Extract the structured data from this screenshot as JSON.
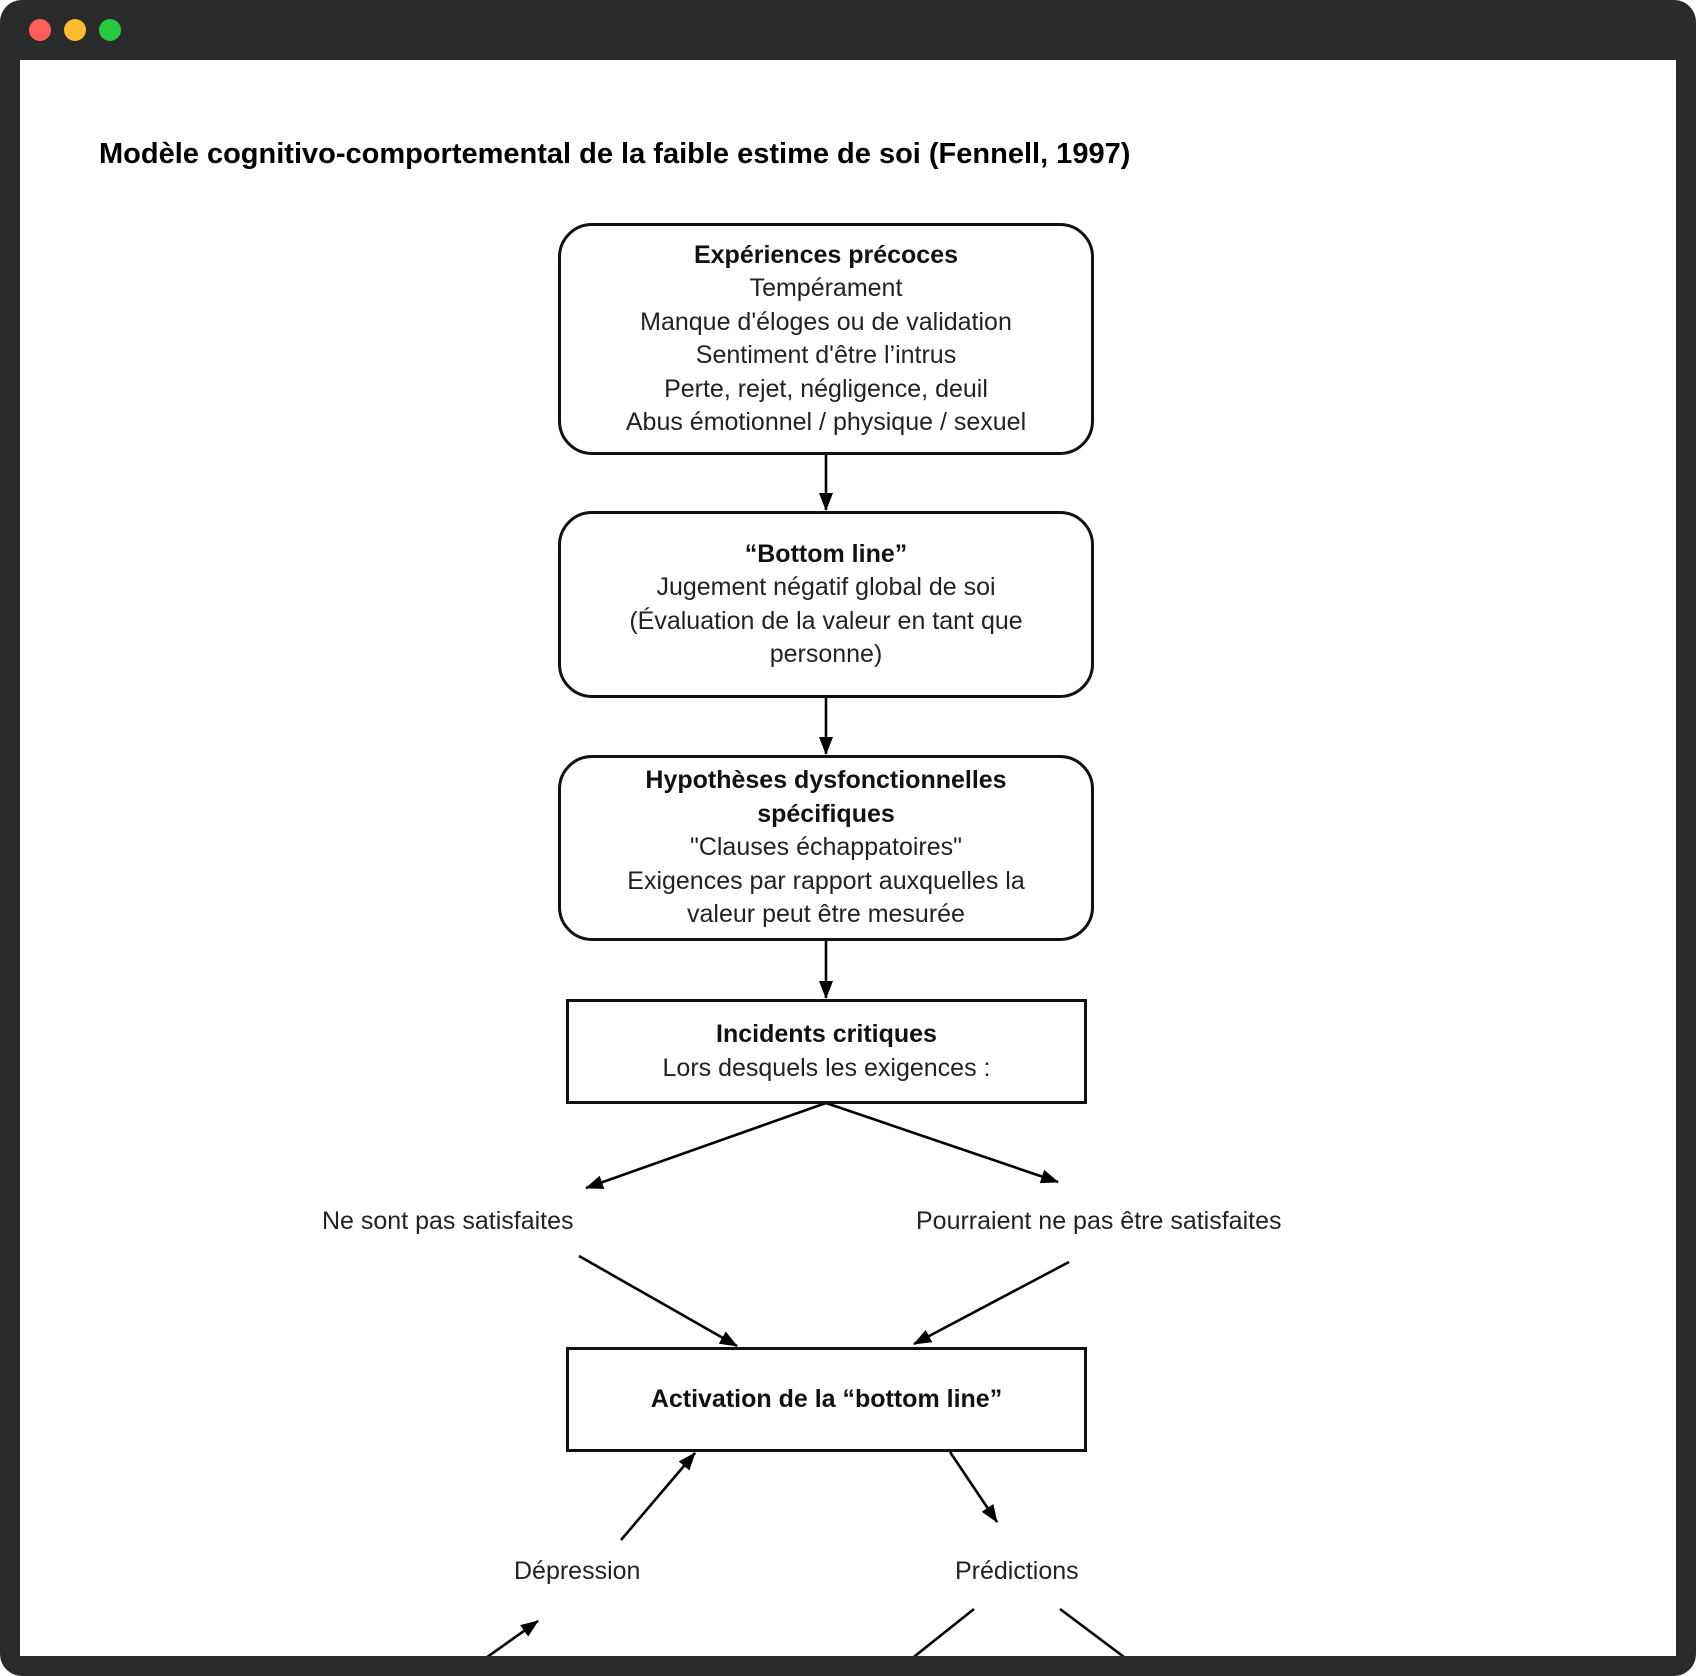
{
  "window": {
    "controls": [
      "close",
      "minimize",
      "zoom"
    ],
    "colors": {
      "close": "#fe5f57",
      "minimize": "#febc2e",
      "zoom": "#28c840",
      "frame": "#2a2a2a"
    }
  },
  "page": {
    "title": "Modèle cognitivo-comportemental de la faible estime de soi (Fennell, 1997)"
  },
  "diagram": {
    "early_experiences": {
      "heading": "Expériences précoces",
      "lines": [
        "Tempérament",
        "Manque d'éloges ou de validation",
        "Sentiment d'être l’intrus",
        "Perte, rejet, négligence, deuil",
        "Abus émotionnel / physique / sexuel"
      ]
    },
    "bottom_line": {
      "heading": "“Bottom line”",
      "lines": [
        "Jugement négatif global de soi",
        "(Évaluation de la valeur en tant que",
        "personne)"
      ]
    },
    "assumptions": {
      "heading_lines": [
        "Hypothèses dysfonctionnelles",
        "spécifiques"
      ],
      "lines": [
        "\"Clauses échappatoires\"",
        "Exigences par rapport auxquelles la",
        "valeur peut être mesurée"
      ]
    },
    "critical_incidents": {
      "heading": "Incidents critiques",
      "lines": [
        "Lors desquels les exigences :"
      ]
    },
    "branches": {
      "not_met": "Ne sont pas satisfaites",
      "might_not_be_met": "Pourraient ne pas être satisfaites"
    },
    "activation": {
      "heading": "Activation de la “bottom line”"
    },
    "outcomes": {
      "depression": "Dépression",
      "predictions": "Prédictions"
    }
  }
}
